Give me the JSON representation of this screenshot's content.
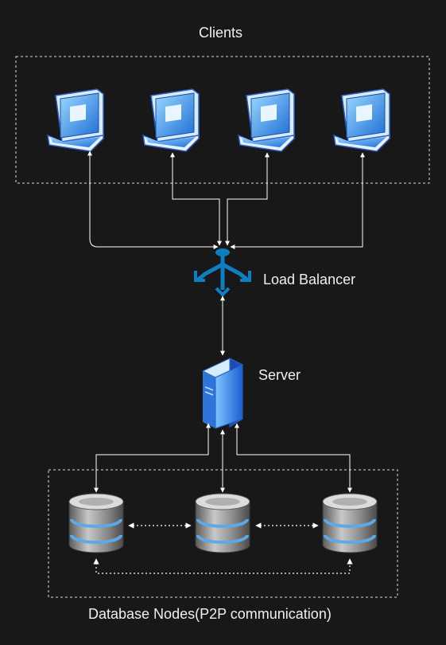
{
  "labels": {
    "clients": "Clients",
    "load_balancer": "Load Balancer",
    "server": "Server",
    "database_nodes": "Database Nodes(P2P communication)"
  },
  "icons": {
    "client": "laptop-icon",
    "load_balancer": "load-balancer-icon",
    "server": "server-icon",
    "database": "database-icon"
  },
  "colors": {
    "background": "#181818",
    "text": "#f0f0f0",
    "lines": "#ffffff",
    "accent_blue": "#1ba1e2",
    "load_balancer_blue": "#0e7fc2",
    "database_gray": "#8a8a8a"
  },
  "groups": {
    "clients_count": 4,
    "database_count": 3
  }
}
